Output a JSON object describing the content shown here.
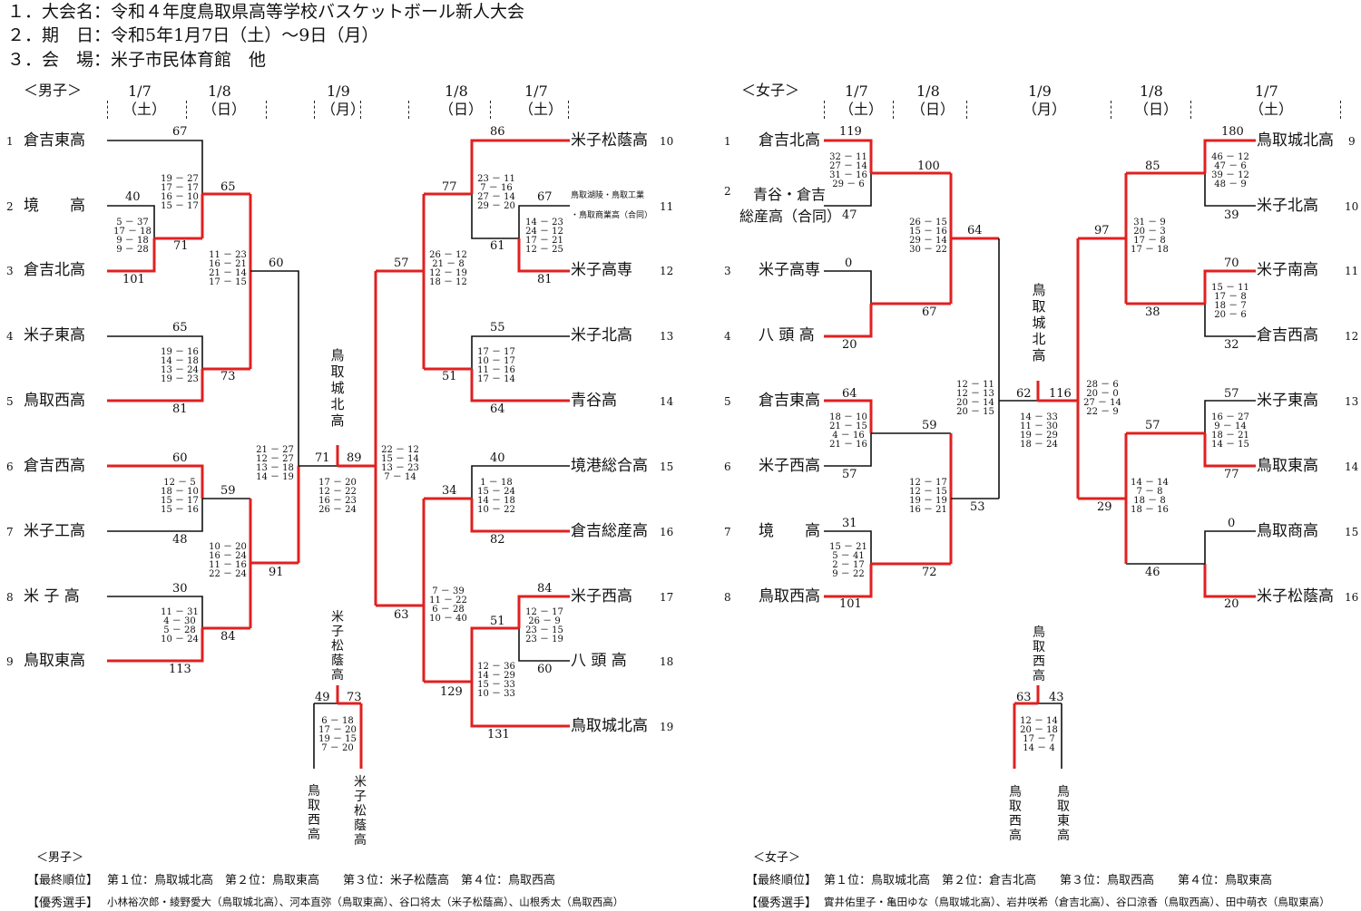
{
  "header": {
    "line1": "１．大会名：令和４年度鳥取県高等学校バスケットボール新人大会",
    "line2": "２．期　日：令和5年1月7日（土）～9日（月）",
    "line3": "３．会　場：米子市民体育館　他"
  },
  "boys": {
    "label": "＜男子＞",
    "dates": [
      {
        "d": "1/7",
        "w": "（土）"
      },
      {
        "d": "1/8",
        "w": "（日）"
      },
      {
        "d": "1/9",
        "w": "（月）"
      },
      {
        "d": "1/8",
        "w": "（日）"
      },
      {
        "d": "1/7",
        "w": "（土）"
      }
    ],
    "left_teams": [
      {
        "no": "1",
        "name": "倉吉東高"
      },
      {
        "no": "2",
        "name": "境　　高"
      },
      {
        "no": "3",
        "name": "倉吉北高"
      },
      {
        "no": "4",
        "name": "米子東高"
      },
      {
        "no": "5",
        "name": "鳥取西高"
      },
      {
        "no": "6",
        "name": "倉吉西高"
      },
      {
        "no": "7",
        "name": "米子工高"
      },
      {
        "no": "8",
        "name": "米 子 高"
      },
      {
        "no": "9",
        "name": "鳥取東高"
      }
    ],
    "right_teams": [
      {
        "no": "10",
        "name": "米子松蔭高"
      },
      {
        "no": "11",
        "name": "鳥取湖陵・鳥取工業",
        "name2": "・鳥取商業高（合同）"
      },
      {
        "no": "12",
        "name": "米子高専"
      },
      {
        "no": "13",
        "name": "米子北高"
      },
      {
        "no": "14",
        "name": "青谷高"
      },
      {
        "no": "15",
        "name": "境港総合高"
      },
      {
        "no": "16",
        "name": "倉吉総産高"
      },
      {
        "no": "17",
        "name": "米子西高"
      },
      {
        "no": "18",
        "name": "八 頭 高"
      },
      {
        "no": "19",
        "name": "鳥取城北高"
      }
    ],
    "champion": "鳥取城北高",
    "third_place_match": {
      "title": "米子松蔭高",
      "left_team": "鳥取西高",
      "right_team": "米子松蔭高",
      "score_left": "49",
      "score_right": "73"
    },
    "scores": {
      "s67": "67",
      "s40": "40",
      "s101": "101",
      "s71": "71",
      "s65a": "65",
      "s65b": "65",
      "s81": "81",
      "s73": "73",
      "s60a": "60",
      "s60b": "60",
      "s48": "48",
      "s59": "59",
      "s30": "30",
      "s113": "113",
      "s84a": "84",
      "s91": "91",
      "sf_l": "71",
      "sf_r": "89",
      "s86": "86",
      "s67r": "67",
      "s61": "61",
      "s81r": "81",
      "s77": "77",
      "s55": "55",
      "s64": "64",
      "s51a": "51",
      "s57": "57",
      "s40r": "40",
      "s82": "82",
      "s34": "34",
      "s84r": "84",
      "s51b": "51",
      "s60r": "60",
      "s131": "131",
      "s129": "129",
      "s63": "63"
    },
    "periods": {
      "b1": [
        "19 － 27",
        "17 － 17",
        "16 － 10",
        "15 － 17"
      ],
      "b2": [
        "5 － 37",
        "17 － 18",
        "9 － 18",
        "9 － 28"
      ],
      "b3": [
        "11 － 23",
        "16 － 21",
        "21 － 14",
        "17 － 15"
      ],
      "b4": [
        "19 － 16",
        "14 － 18",
        "13 － 24",
        "19 － 23"
      ],
      "b5": [
        "21 － 27",
        "12 － 27",
        "13 － 18",
        "14 － 19"
      ],
      "b6": [
        "12 － 5",
        "18 － 10",
        "15 － 17",
        "15 － 16"
      ],
      "b7": [
        "10 － 20",
        "16 － 24",
        "11 － 16",
        "22 － 24"
      ],
      "b8": [
        "11 － 31",
        "4 － 30",
        "5 － 28",
        "10 － 24"
      ],
      "b9": [
        "17 － 20",
        "12 － 22",
        "16 － 23",
        "26 － 24"
      ],
      "b10": [
        "22 － 12",
        "15 － 14",
        "13 － 23",
        "7 － 14"
      ],
      "b11": [
        "23 － 11",
        "7 － 16",
        "27 － 14",
        "29 － 20"
      ],
      "b12": [
        "14 － 23",
        "24 － 12",
        "17 － 21",
        "12 － 25"
      ],
      "b13": [
        "26 － 12",
        "21 － 8",
        "12 － 19",
        "18 － 12"
      ],
      "b14": [
        "17 － 17",
        "10 － 17",
        "11 － 16",
        "17 － 14"
      ],
      "b15": [
        "1 － 18",
        "15 － 24",
        "14 － 18",
        "10 － 22"
      ],
      "b16": [
        "7 － 39",
        "11 － 22",
        "6 － 28",
        "10 － 40"
      ],
      "b17": [
        "12 － 17",
        "26 － 9",
        "23 － 15",
        "23 － 19"
      ],
      "b18": [
        "12 － 36",
        "14 － 29",
        "15 － 33",
        "10 － 33"
      ],
      "b19": [
        "6 － 18",
        "17 － 20",
        "19 － 15",
        "7 － 20"
      ]
    },
    "results": {
      "label": "＜男子＞",
      "rank_label": "【最終順位】",
      "rank_text": "第１位：鳥取城北高　第２位：鳥取東高　　第３位：米子松蔭高　第４位：鳥取西高",
      "mvp_label": "【優秀選手】",
      "mvp_text": "小林裕次郎・綾野愛大（鳥取城北高）、河本直弥（鳥取東高）、谷口将太（米子松蔭高）、山根秀太（鳥取西高）"
    }
  },
  "girls": {
    "label": "＜女子＞",
    "dates": [
      {
        "d": "1/7",
        "w": "（土）"
      },
      {
        "d": "1/8",
        "w": "（日）"
      },
      {
        "d": "1/9",
        "w": "（月）"
      },
      {
        "d": "1/8",
        "w": "（日）"
      },
      {
        "d": "1/7",
        "w": "（土）"
      }
    ],
    "left_teams": [
      {
        "no": "1",
        "name": "倉吉北高"
      },
      {
        "no": "2",
        "name": "青谷・倉吉",
        "name2": "総産高（合同）"
      },
      {
        "no": "3",
        "name": "米子高専"
      },
      {
        "no": "4",
        "name": "八 頭 高"
      },
      {
        "no": "5",
        "name": "倉吉東高"
      },
      {
        "no": "6",
        "name": "米子西高"
      },
      {
        "no": "7",
        "name": "境　　高"
      },
      {
        "no": "8",
        "name": "鳥取西高"
      }
    ],
    "right_teams": [
      {
        "no": "9",
        "name": "鳥取城北高"
      },
      {
        "no": "10",
        "name": "米子北高"
      },
      {
        "no": "11",
        "name": "米子南高"
      },
      {
        "no": "12",
        "name": "倉吉西高"
      },
      {
        "no": "13",
        "name": "米子東高"
      },
      {
        "no": "14",
        "name": "鳥取東高"
      },
      {
        "no": "15",
        "name": "鳥取商高"
      },
      {
        "no": "16",
        "name": "米子松蔭高"
      }
    ],
    "champion": "鳥取城北高",
    "third_place_match": {
      "title": "鳥取西高",
      "left_team": "鳥取西高",
      "right_team": "鳥取東高",
      "score_left": "63",
      "score_right": "43"
    },
    "scores": {
      "s119": "119",
      "s47": "47",
      "s100": "100",
      "s0a": "0",
      "s20a": "20",
      "s67": "67",
      "s64a": "64",
      "s64b": "64",
      "s57a": "57",
      "s59": "59",
      "s31": "31",
      "s101": "101",
      "s72": "72",
      "s53": "53",
      "f_l": "62",
      "f_r": "116",
      "s180": "180",
      "s39": "39",
      "s85": "85",
      "s70": "70",
      "s32": "32",
      "s38": "38",
      "s97": "97",
      "s57b": "57",
      "s77": "77",
      "s57c": "57",
      "s0b": "0",
      "s20b": "20",
      "s46": "46",
      "s29": "29"
    },
    "periods": {
      "g1": [
        "32 － 11",
        "27 － 14",
        "31 － 16",
        "29 － 6"
      ],
      "g2": [
        "26 － 15",
        "15 － 16",
        "29 － 14",
        "30 － 22"
      ],
      "g3": [
        "18 － 10",
        "21 － 15",
        "4 － 16",
        "21 － 16"
      ],
      "g4": [
        "12 － 17",
        "12 － 15",
        "19 － 19",
        "16 － 21"
      ],
      "g5": [
        "15 － 21",
        "5 － 41",
        "2 － 17",
        "9 － 22"
      ],
      "g6": [
        "12 － 11",
        "12 － 13",
        "20 － 14",
        "20 － 15"
      ],
      "g7": [
        "14 － 33",
        "11 － 30",
        "19 － 29",
        "18 － 24"
      ],
      "g8": [
        "28 － 6",
        "20 － 0",
        "27 － 14",
        "22 － 9"
      ],
      "g9": [
        "46 － 12",
        "47 － 6",
        "39 － 12",
        "48 － 9"
      ],
      "g10": [
        "31 － 9",
        "20 － 3",
        "17 － 8",
        "17 － 18"
      ],
      "g11": [
        "15 － 11",
        "17 － 8",
        "18 － 7",
        "20 － 6"
      ],
      "g12": [
        "16 － 27",
        "9 － 14",
        "18 － 21",
        "14 － 15"
      ],
      "g13": [
        "14 － 14",
        "7 － 8",
        "18 － 8",
        "18 － 16"
      ],
      "g14": [
        "12 － 14",
        "20 － 18",
        "17 － 7",
        "14 － 4"
      ]
    },
    "results": {
      "label": "＜女子＞",
      "rank_label": "【最終順位】",
      "rank_text": "第１位：鳥取城北高　第２位：倉吉北高　　第３位：鳥取西高　　第４位：鳥取東高",
      "mvp_label": "【優秀選手】",
      "mvp_text": "實井佑里子・亀田ゆな（鳥取城北高）、岩井咲希（倉吉北高）、谷口涼香（鳥取西高）、田中萌衣（鳥取東高）"
    }
  },
  "colors": {
    "win": "#e02020",
    "line": "#111111"
  }
}
